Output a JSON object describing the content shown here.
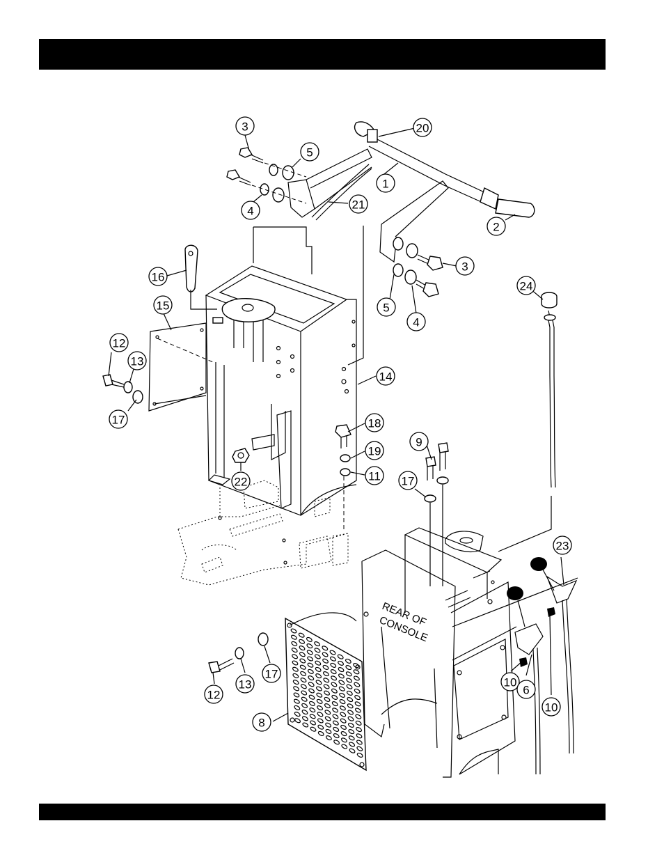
{
  "header": {
    "title": ""
  },
  "footer": {
    "text": ""
  },
  "diagram": {
    "stamp_text": [
      "REAR OF",
      "CONSOLE"
    ],
    "callouts": [
      {
        "id": "c3a",
        "label": "3"
      },
      {
        "id": "c20",
        "label": "20"
      },
      {
        "id": "c5a",
        "label": "5"
      },
      {
        "id": "c1",
        "label": "1"
      },
      {
        "id": "c4a",
        "label": "4"
      },
      {
        "id": "c21",
        "label": "21"
      },
      {
        "id": "c2",
        "label": "2"
      },
      {
        "id": "c16",
        "label": "16"
      },
      {
        "id": "c3b",
        "label": "3"
      },
      {
        "id": "c24",
        "label": "24"
      },
      {
        "id": "c15",
        "label": "15"
      },
      {
        "id": "c5b",
        "label": "5"
      },
      {
        "id": "c4b",
        "label": "4"
      },
      {
        "id": "c12a",
        "label": "12"
      },
      {
        "id": "c13a",
        "label": "13"
      },
      {
        "id": "c14",
        "label": "14"
      },
      {
        "id": "c17a",
        "label": "17"
      },
      {
        "id": "c18",
        "label": "18"
      },
      {
        "id": "c9",
        "label": "9"
      },
      {
        "id": "c19",
        "label": "19"
      },
      {
        "id": "c22",
        "label": "22"
      },
      {
        "id": "c11",
        "label": "11"
      },
      {
        "id": "c17b",
        "label": "17"
      },
      {
        "id": "c23",
        "label": "23"
      },
      {
        "id": "c17c",
        "label": "17"
      },
      {
        "id": "c13b",
        "label": "13"
      },
      {
        "id": "c10a",
        "label": "10"
      },
      {
        "id": "c6",
        "label": "6"
      },
      {
        "id": "c12b",
        "label": "12"
      },
      {
        "id": "c10b",
        "label": "10"
      },
      {
        "id": "c8",
        "label": "8"
      }
    ]
  }
}
